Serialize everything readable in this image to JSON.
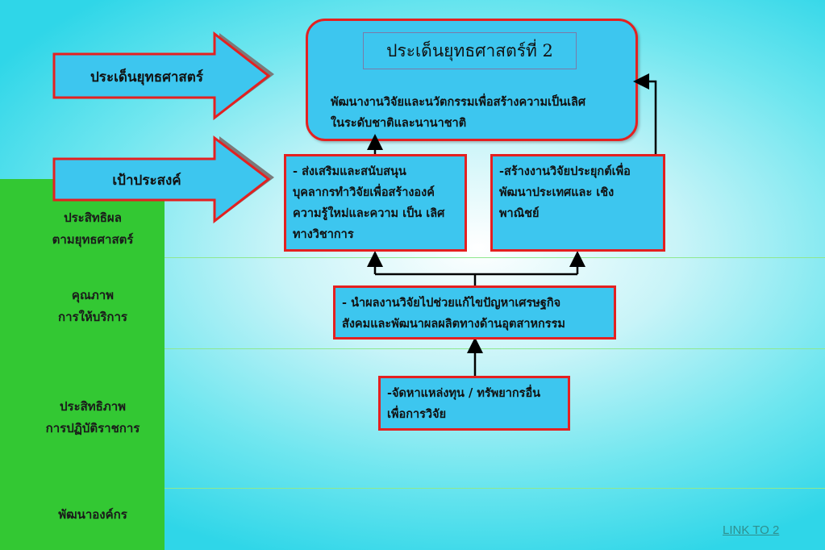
{
  "arrows": {
    "strategy_label": "ประเด็นยุทธศาสตร์",
    "objective_label": "เป้าประสงค์"
  },
  "main": {
    "title": "ประเด็นยุทธศาสตร์ที่ 2",
    "description": "พัฒนางานวิจัยและนวัตกรรมเพื่อสร้างความเป็นเลิศ\nในระดับชาติและนานาชาติ"
  },
  "goals": {
    "left": "- ส่งเสริมและสนับสนุน\nบุคลากรทำวิจัยเพื่อสร้างองค์\nความรู้ใหม่และความ เป็น เลิศ\nทางวิชาการ",
    "right": "-สร้างงานวิจัยประยุกต์เพื่อ\nพัฒนาประเทศและ เชิง\nพาณิชย์"
  },
  "service_box": "- นำผลงานวิจัยไปช่วยแก้ไขปัญหาเศรษฐกิจ\nสังคมและพัฒนาผลผลิตทางด้านอุตสาหกรรม",
  "efficiency_box": "-จัดหาแหล่งทุน / ทรัพยากรอื่น\nเพื่อการวิจัย",
  "rows": {
    "effectiveness": "ประสิทธิผล\nตามยุทธศาสตร์",
    "quality": "คุณภาพ\nการให้บริการ",
    "efficiency": "ประสิทธิภาพ\nการปฏิบัติราชการ",
    "development": "พัฒนาองค์กร"
  },
  "link_text": "LINK TO 2",
  "colors": {
    "box_fill": "#3dc6ef",
    "box_border": "#e42020",
    "side_column": "#33c833"
  }
}
